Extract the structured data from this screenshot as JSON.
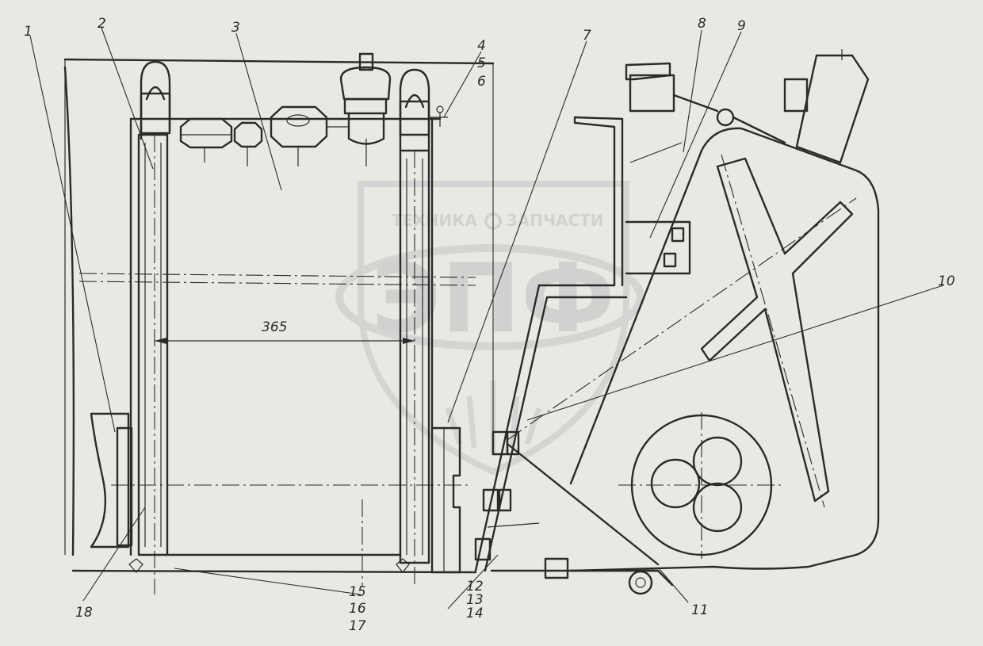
{
  "watermark": {
    "top_line_left": "ТЕХНИКА",
    "top_line_right": "ЗАПЧАСТИ",
    "logo": "ЭПФ"
  },
  "dimension_365": "365",
  "part_labels": [
    "1",
    "2",
    "3",
    "4",
    "5",
    "6",
    "7",
    "8",
    "9",
    "10",
    "11",
    "12",
    "13",
    "14",
    "15",
    "16",
    "17",
    "18"
  ]
}
